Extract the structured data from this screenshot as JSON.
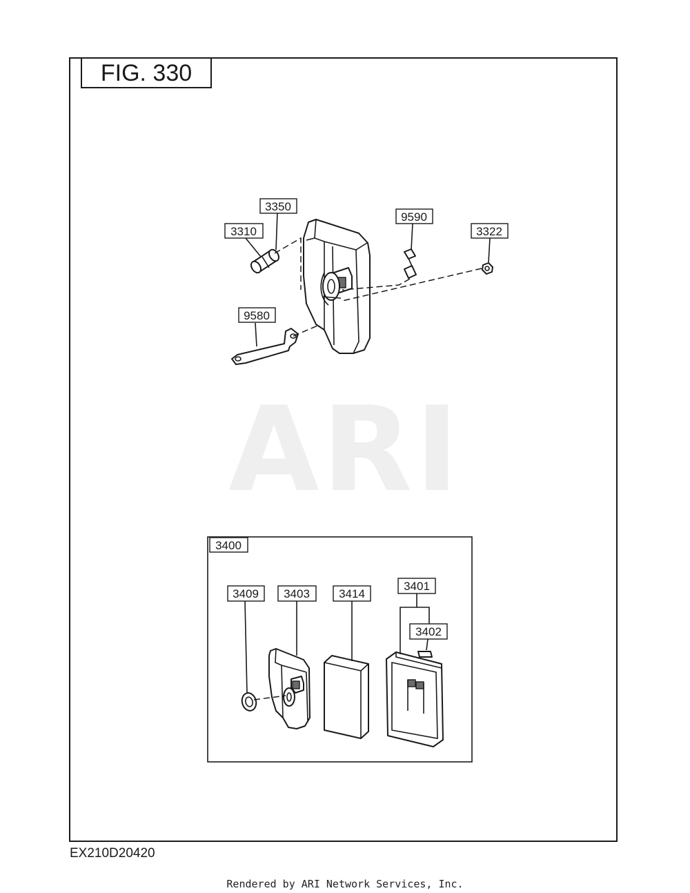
{
  "figure": {
    "title": "FIG. 330",
    "code": "EX210D20420"
  },
  "watermark": "ARI",
  "footer": "Rendered by ARI Network Services, Inc.",
  "callouts": {
    "p3350": "3350",
    "p3310": "3310",
    "p9590": "9590",
    "p3322": "3322",
    "p9580": "9580"
  },
  "kit": {
    "label": "3400",
    "callouts": {
      "p3409": "3409",
      "p3403": "3403",
      "p3414": "3414",
      "p3401": "3401",
      "p3402": "3402"
    }
  }
}
